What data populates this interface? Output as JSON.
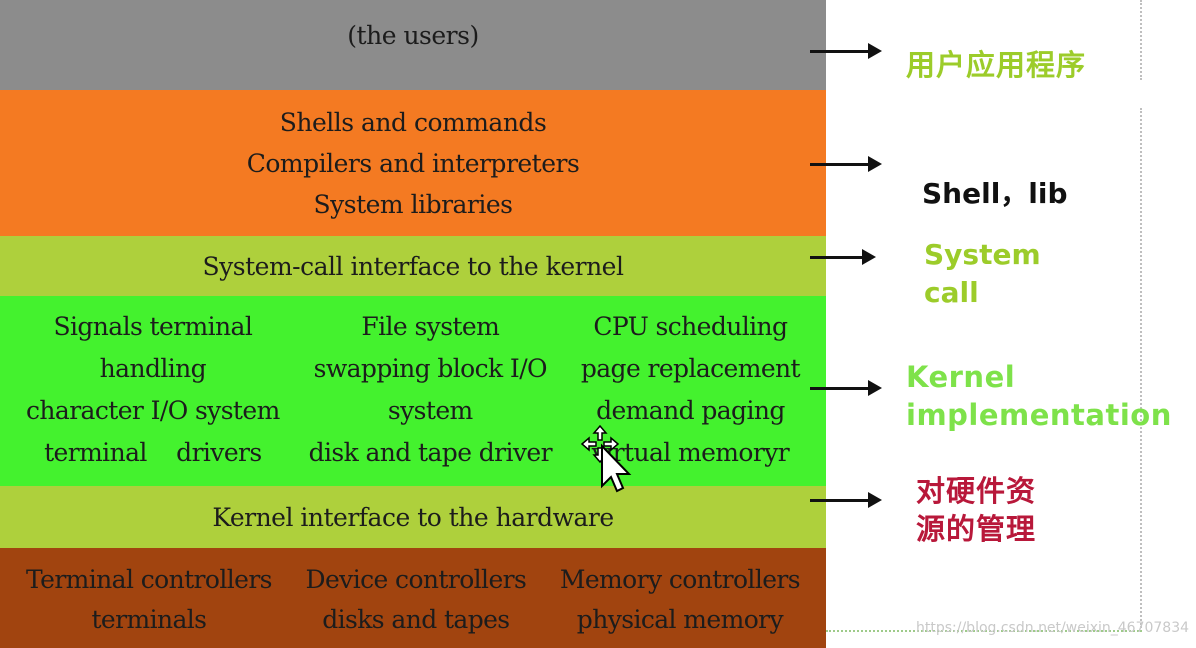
{
  "layers": {
    "users": {
      "text": "(the users)",
      "color": "#8c8c8c"
    },
    "shells": {
      "lines": [
        "Shells and commands",
        "Compilers and interpreters",
        "System libraries"
      ],
      "color": "#f47a22"
    },
    "syscall": {
      "text": "System-call interface to the kernel",
      "color": "#aed03c"
    },
    "kernel": {
      "color": "#44f22e",
      "columns": [
        [
          "Signals terminal",
          "handling",
          "character I/O system",
          "terminal    drivers"
        ],
        [
          "File system",
          "swapping block I/O",
          "system",
          "disk and tape driver"
        ],
        [
          "CPU scheduling",
          "page replacement",
          "demand paging",
          "virtual memoryr"
        ]
      ]
    },
    "hwif": {
      "text": "Kernel interface to the hardware",
      "color": "#aed03c"
    },
    "hardware": {
      "color": "#a1440f",
      "columns": [
        [
          "Terminal controllers",
          "terminals"
        ],
        [
          "Device controllers",
          "disks and tapes"
        ],
        [
          "Memory controllers",
          "physical memory"
        ]
      ]
    }
  },
  "annotations": {
    "users": {
      "text": "用户应用程序",
      "color": "#9ccc2a"
    },
    "shell": {
      "text": "Shell，lib",
      "color": "#111111"
    },
    "syscall": {
      "line1": "System",
      "line2": "call",
      "color": "#9ccc2a"
    },
    "kernel": {
      "line1": "Kernel",
      "line2": "implementation",
      "color": "#7ee24a"
    },
    "hardware": {
      "line1": "对硬件资",
      "line2": "源的管理",
      "color": "#b8183a"
    }
  },
  "watermark": "https://blog.csdn.net/weixin_46707834"
}
